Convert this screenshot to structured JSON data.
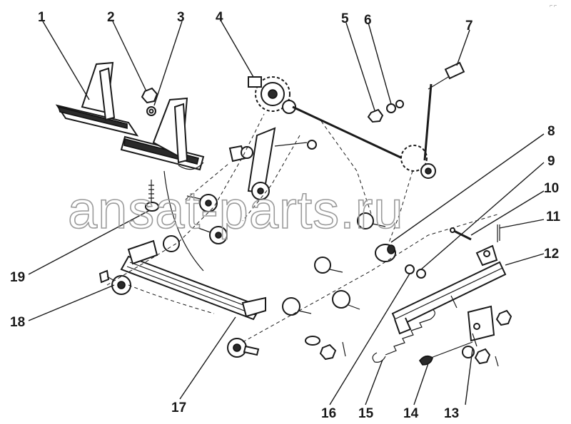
{
  "watermark": "ansat-parts.ru",
  "corner_mark": "⌐ ⌐",
  "callouts": [
    "1",
    "2",
    "3",
    "4",
    "5",
    "6",
    "7",
    "8",
    "9",
    "10",
    "11",
    "12",
    "13",
    "14",
    "15",
    "16",
    "17",
    "18",
    "19"
  ]
}
